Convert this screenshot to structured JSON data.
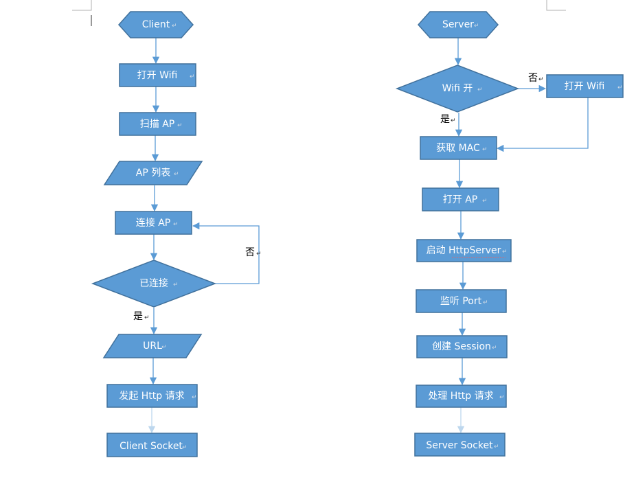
{
  "client": {
    "start": "Client",
    "open_wifi": "打开 Wifi",
    "scan_ap": "扫描 AP",
    "ap_list": "AP 列表",
    "connect_ap": "连接 AP",
    "connected": "已连接",
    "no_label": "否",
    "yes_label": "是",
    "url": "URL",
    "send_http": "发起 Http 请求",
    "socket": "Client Socket"
  },
  "server": {
    "start": "Server",
    "wifi_on": "Wifi 开",
    "no_label": "否",
    "open_wifi": "打开 Wifi",
    "yes_label": "是",
    "get_mac": "获取 MAC",
    "open_ap": "打开 AP",
    "start_server": "启动 HttpServer",
    "listen_port": "监听 Port",
    "create_session": "创建 Session",
    "handle_http": "处理 Http 请求",
    "socket": "Server Socket"
  },
  "colors": {
    "node_fill": "#5b9bd5",
    "node_border": "#41719c",
    "connector": "#5b9bd5",
    "text": "#ffffff"
  }
}
